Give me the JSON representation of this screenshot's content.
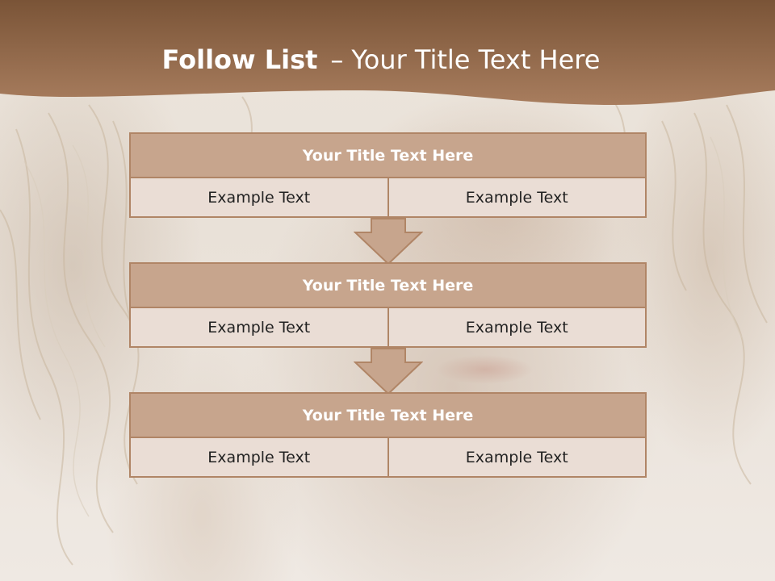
{
  "header": {
    "title_bold": "Follow List",
    "title_dash": "–",
    "title_rest": "Your Title Text Here"
  },
  "blocks": [
    {
      "title": "Your Title Text Here",
      "left": "Example Text",
      "right": "Example Text"
    },
    {
      "title": "Your Title Text Here",
      "left": "Example Text",
      "right": "Example Text"
    },
    {
      "title": "Your Title Text Here",
      "left": "Example Text",
      "right": "Example Text"
    }
  ],
  "colors": {
    "header_brown": "#8f6446",
    "block_title_bg": "#c7a58d",
    "block_cell_bg": "#eaddd5",
    "border": "#b08566"
  },
  "icons": [
    "down-arrow-icon"
  ]
}
